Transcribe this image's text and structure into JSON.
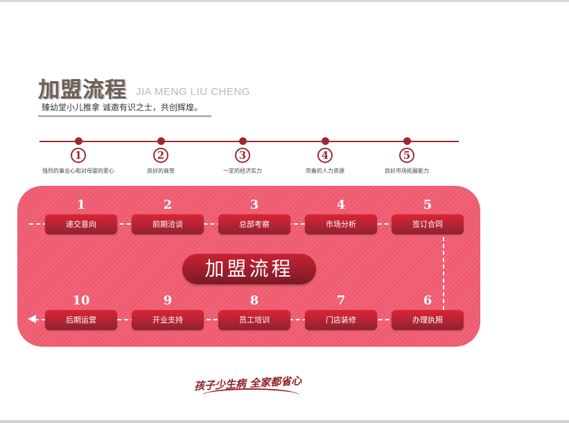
{
  "header": {
    "title": "加盟流程",
    "title_en": "JIA MENG LIU CHENG",
    "subtitle": "臻幼堂小儿推拿 诚邀有识之士，共创辉煌。"
  },
  "advantages": [
    {
      "num": "1",
      "label": "强烈的事业心和对母婴的爱心"
    },
    {
      "num": "2",
      "label": "良好的商誉"
    },
    {
      "num": "3",
      "label": "一定的经济实力"
    },
    {
      "num": "4",
      "label": "完备的人力资源"
    },
    {
      "num": "5",
      "label": "良好市场拓展能力"
    }
  ],
  "steps": [
    {
      "num": "1",
      "label": "递交意向"
    },
    {
      "num": "2",
      "label": "前期洽谈"
    },
    {
      "num": "3",
      "label": "总部考察"
    },
    {
      "num": "4",
      "label": "市场分析"
    },
    {
      "num": "5",
      "label": "签订合同"
    },
    {
      "num": "6",
      "label": "办理执照"
    },
    {
      "num": "7",
      "label": "门店装修"
    },
    {
      "num": "8",
      "label": "员工培训"
    },
    {
      "num": "9",
      "label": "开业支持"
    },
    {
      "num": "10",
      "label": "后期运营"
    }
  ],
  "center_label": "加盟流程",
  "slogan": "孩子少生病 全家都省心",
  "colors": {
    "accent": "#9b2a30",
    "panel": "#ef5a6f",
    "button": "#c92233"
  }
}
